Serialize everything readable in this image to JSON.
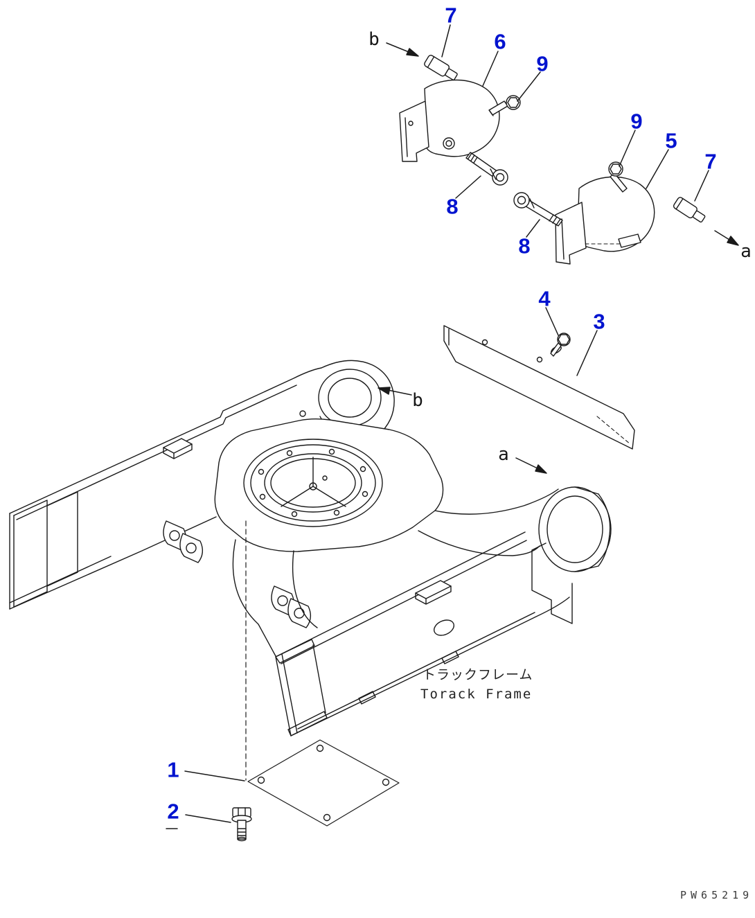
{
  "page": {
    "background": "#ffffff"
  },
  "colors": {
    "callout_blue": "#0013cf",
    "line_dark": "#1a1a1a"
  },
  "caption": {
    "jp": "トラックフレーム",
    "en": "Torack Frame"
  },
  "part_code": "PW65219",
  "callouts": {
    "n1": "1",
    "n2": "2",
    "n3": "3",
    "n4": "4",
    "n5": "5",
    "n6": "6",
    "n7_top": "7",
    "n7_right": "7",
    "n8_left": "8",
    "n8_right": "8",
    "n9_top": "9",
    "n9_right": "9"
  },
  "direction_labels": {
    "b_top": "b",
    "b_mid": "b",
    "a_mid": "a",
    "a_right": "a"
  }
}
